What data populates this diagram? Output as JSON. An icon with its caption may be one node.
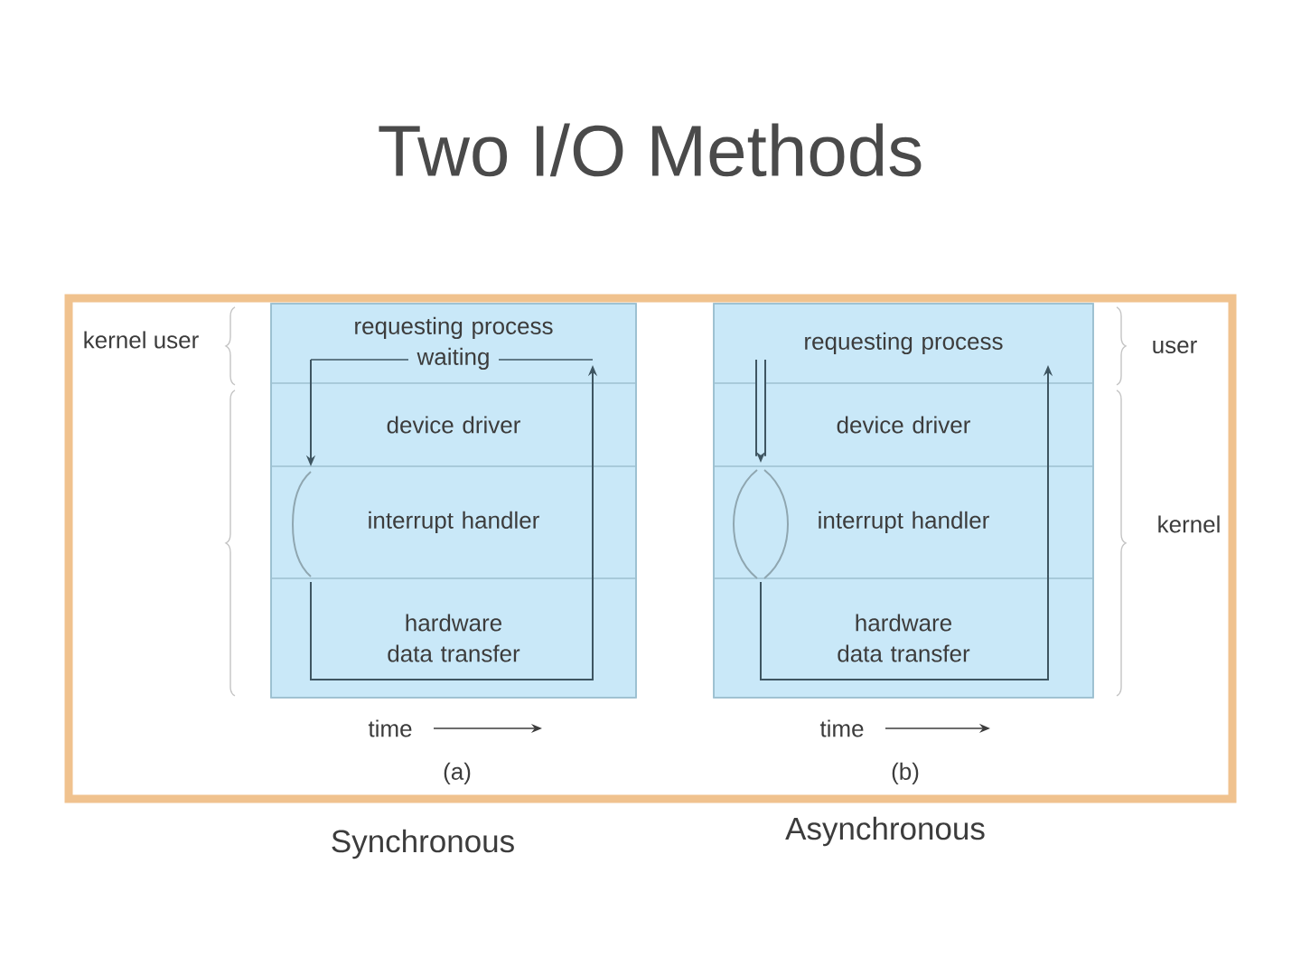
{
  "diagram": {
    "title": "Two I/O Methods",
    "nodes": [
      {
        "text": [],
        "shape": "box"
      },
      {
        "text": [
          "requesting process",
          "waiting"
        ],
        "in": 0
      },
      {
        "text": [
          "device driver"
        ],
        "in": 0
      },
      {
        "text": [
          "interrupt handler"
        ],
        "in": 0
      },
      {
        "text": [
          "hardware data transfer"
        ],
        "in": 0
      },
      {
        "text": [],
        "shape": "box"
      },
      {
        "text": [
          "requesting process"
        ],
        "in": 5
      },
      {
        "text": [
          "device driver"
        ],
        "in": 5
      },
      {
        "text": [
          "interrupt handler"
        ],
        "in": 5
      },
      {
        "text": [
          "hardware data transfer"
        ],
        "in": 5
      }
    ],
    "edges": [
      {
        "from": 1,
        "to": 2,
        "arrow": "to"
      },
      {
        "from": 2,
        "to": 3,
        "arrow": "none",
        "color": "#8fa6b0"
      },
      {
        "from": 3,
        "to": 4,
        "arrow": "none",
        "color": "#8fa6b0"
      },
      {
        "from": 4,
        "to": 3,
        "arrow": "none"
      },
      {
        "from": 3,
        "to": 2,
        "arrow": "none"
      },
      {
        "from": 2,
        "to": 1,
        "arrow": "to"
      },
      {
        "from": 6,
        "to": 7,
        "arrow": "to",
        "style": "thick"
      },
      {
        "from": 7,
        "to": 8,
        "arrow": "none",
        "color": "#8fa6b0"
      },
      {
        "from": 7,
        "to": 8,
        "arrow": "none",
        "color": "#8fa6b0"
      },
      {
        "from": 8,
        "to": 9,
        "arrow": "none",
        "color": "#8fa6b0"
      },
      {
        "from": 8,
        "to": 9,
        "arrow": "none",
        "color": "#8fa6b0"
      },
      {
        "from": 9,
        "to": 8,
        "arrow": "none"
      },
      {
        "from": 8,
        "to": 7,
        "arrow": "none"
      },
      {
        "from": 7,
        "to": 6,
        "arrow": "to"
      }
    ],
    "labels": [
      "kernel user",
      "user",
      "kernel",
      "time",
      "time",
      "(a)",
      "(b)",
      "Synchronous",
      "Asynchronous"
    ]
  }
}
